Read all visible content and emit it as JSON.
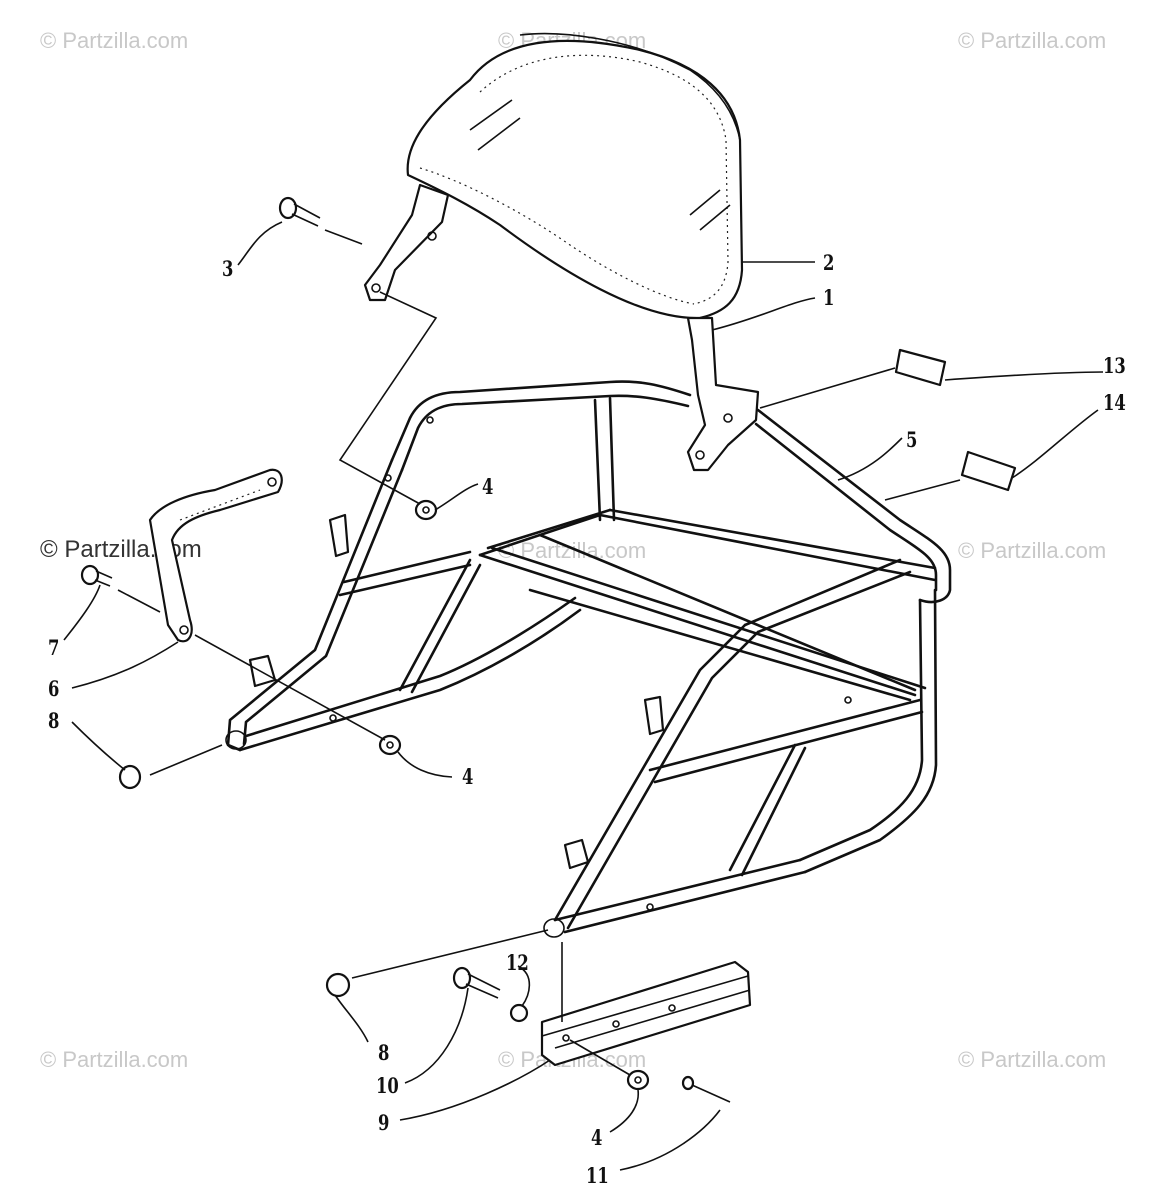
{
  "watermark": {
    "text": "© Partzilla.com"
  },
  "callouts": [
    {
      "id": "c1",
      "label": "1"
    },
    {
      "id": "c2",
      "label": "2"
    },
    {
      "id": "c3",
      "label": "3"
    },
    {
      "id": "c4a",
      "label": "4"
    },
    {
      "id": "c4b",
      "label": "4"
    },
    {
      "id": "c4c",
      "label": "4"
    },
    {
      "id": "c5",
      "label": "5"
    },
    {
      "id": "c6",
      "label": "6"
    },
    {
      "id": "c7",
      "label": "7"
    },
    {
      "id": "c8a",
      "label": "8"
    },
    {
      "id": "c8b",
      "label": "8"
    },
    {
      "id": "c9",
      "label": "9"
    },
    {
      "id": "c10",
      "label": "10"
    },
    {
      "id": "c11",
      "label": "11"
    },
    {
      "id": "c12",
      "label": "12"
    },
    {
      "id": "c13",
      "label": "13"
    },
    {
      "id": "c14",
      "label": "14"
    }
  ]
}
